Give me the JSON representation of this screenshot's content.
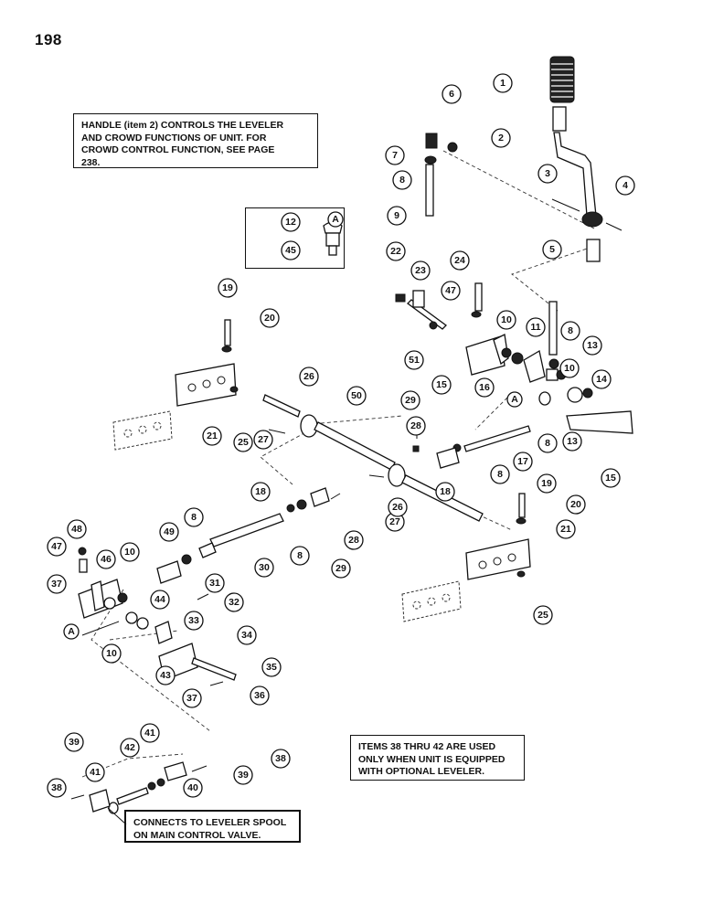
{
  "page_number": "198",
  "notes": {
    "handle": [
      "HANDLE (item 2) CONTROLS THE LEVELER",
      "AND CROWD FUNCTIONS OF UNIT.  FOR",
      "CROWD CONTROL FUNCTION, SEE PAGE",
      "238."
    ],
    "optional": [
      "ITEMS 38 THRU 42 ARE USED",
      "ONLY WHEN UNIT IS EQUIPPED",
      "WITH OPTIONAL LEVELER."
    ],
    "connects": [
      "CONNECTS TO LEVELER SPOOL",
      "ON MAIN CONTROL VALVE."
    ]
  },
  "inset_tag": "A",
  "detail_tags": [
    "A",
    "A",
    "A"
  ],
  "callouts": [
    "1",
    "2",
    "3",
    "4",
    "5",
    "6",
    "7",
    "8",
    "9",
    "12",
    "45",
    "22",
    "23",
    "24",
    "47",
    "10",
    "11",
    "8",
    "13",
    "51",
    "15",
    "16",
    "10",
    "14",
    "19",
    "20",
    "21",
    "25",
    "26",
    "50",
    "29",
    "28",
    "13",
    "8",
    "17",
    "27",
    "15",
    "18",
    "8",
    "18",
    "27",
    "26",
    "19",
    "20",
    "21",
    "25",
    "48",
    "49",
    "8",
    "30",
    "8",
    "28",
    "29",
    "47",
    "46",
    "10",
    "37",
    "31",
    "44",
    "32",
    "33",
    "34",
    "10",
    "43",
    "35",
    "37",
    "36",
    "39",
    "41",
    "42",
    "38",
    "41",
    "40",
    "38",
    "39"
  ]
}
